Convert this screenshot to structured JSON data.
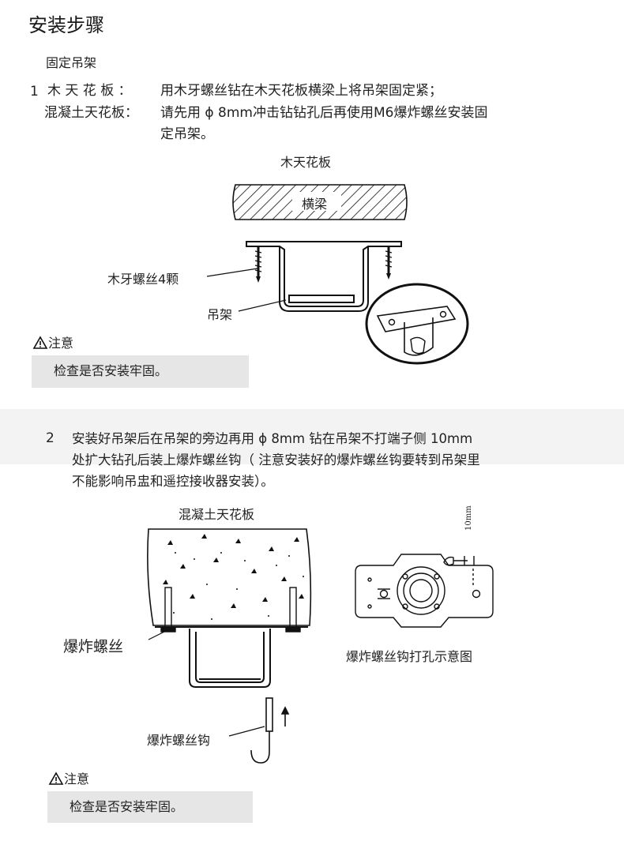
{
  "page": {
    "title": "安装步骤",
    "subheading": "固定吊架"
  },
  "step1": {
    "number": "1",
    "wood_label": "木 天 花 板 ：",
    "wood_text": "用木牙螺丝钻在木天花板横梁上将吊架固定紧；",
    "concrete_label": "混凝土天花板：",
    "concrete_text_line1": "请先用 ϕ 8mm冲击钻钻孔后再使用M6爆炸螺丝安装固",
    "concrete_text_line2": "定吊架。"
  },
  "figure1": {
    "caption": "木天花板",
    "beam_label": "横梁",
    "screw_label": "木牙螺丝4颗",
    "bracket_label": "吊架"
  },
  "note1": {
    "label": "注意",
    "text": "检查是否安装牢固。"
  },
  "step2": {
    "number": "2",
    "line1": "安装好吊架后在吊架的旁边再用 ϕ 8mm 钻在吊架不打端子侧 10mm",
    "line2": "处扩大钻孔后装上爆炸螺丝钩（ 注意安装好的爆炸螺丝钩要转到吊架里",
    "line3": "不能影响吊盅和遥控接收器安装）。"
  },
  "figure2": {
    "caption": "混凝土天花板",
    "bolt_label": "爆炸螺丝",
    "hook_label": "爆炸螺丝钩",
    "diagram_caption": "爆炸螺丝钩打孔示意图",
    "dimension_label": "10mm"
  },
  "note2": {
    "label": "注意",
    "text": "检查是否安装牢固。"
  },
  "colors": {
    "note_background": "#e6e6e6",
    "line": "#111111"
  }
}
